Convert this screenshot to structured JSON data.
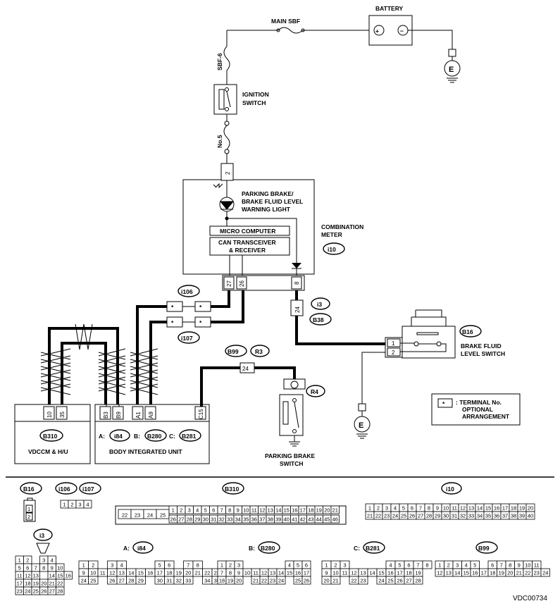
{
  "battery": {
    "label": "BATTERY",
    "plus": "+",
    "minus": "−"
  },
  "fuses": {
    "main_sbf": "MAIN SBF",
    "sbf6": "SBF-6",
    "no5": "No.5"
  },
  "ignition": {
    "line1": "IGNITION",
    "line2": "SWITCH"
  },
  "ground": "E",
  "warning_light": {
    "line1": "PARKING BRAKE/",
    "line2": "BRAKE FLUID LEVEL",
    "line3": "WARNING LIGHT"
  },
  "combination_meter": {
    "line1": "COMBINATION",
    "line2": "METER",
    "connector": "i10",
    "micro": "MICRO COMPUTER",
    "can1": "CAN TRANSCEIVER",
    "can2": "& RECEIVER",
    "pin_top": "2",
    "pins": [
      "27",
      "26",
      "8"
    ]
  },
  "connectors": {
    "i106": "i106",
    "i107": "i107",
    "i3": "i3",
    "b38": "B38",
    "b99": "B99",
    "r3": "R3",
    "r4": "R4",
    "b16": "B16",
    "b310": "B310",
    "i84": "i84",
    "b280": "B280",
    "b281": "B281"
  },
  "pins": {
    "star": "*",
    "p24a": "24",
    "p24b": "24",
    "p1": "1",
    "p2": "2"
  },
  "brake_fluid_switch": {
    "line1": "BRAKE FLUID",
    "line2": "LEVEL SWITCH"
  },
  "parking_brake_switch": {
    "line1": "PARKING BRAKE",
    "line2": "SWITCH"
  },
  "vdccm": {
    "label": "VDCCM & H/U",
    "pins": [
      "10",
      "35"
    ]
  },
  "biu": {
    "label": "BODY INTEGRATED UNIT",
    "pins": [
      "B3",
      "B9",
      "A1",
      "A9",
      "C15"
    ],
    "a": "A:",
    "b": "B:",
    "c": "C:"
  },
  "legend": {
    "star": "*",
    "line1": ": TERMINAL No.",
    "line2": "OPTIONAL",
    "line3": "ARRANGEMENT"
  },
  "bottom": {
    "b16": "B16",
    "i106": "i106",
    "i107": "i107",
    "b310": "B310",
    "i10": "i10",
    "i3": "i3",
    "a_i84": "A:",
    "i84": "i84",
    "b_b280": "B:",
    "b280": "B280",
    "c_b281": "C:",
    "b281": "B281",
    "b99": "B99",
    "i106_pins": [
      "1",
      "2",
      "3",
      "4"
    ],
    "b16_pins": [
      "1",
      "2"
    ],
    "b310_row1": [
      "22",
      "23",
      "24",
      "25",
      "1",
      "2",
      "3",
      "4",
      "5",
      "6",
      "7",
      "8",
      "9",
      "10",
      "11",
      "12",
      "13",
      "14",
      "15",
      "16",
      "17",
      "18",
      "19",
      "20",
      "21"
    ],
    "b310_row2": [
      "26",
      "27",
      "28",
      "29",
      "30",
      "31",
      "32",
      "33",
      "34",
      "35",
      "36",
      "37",
      "38",
      "39",
      "40",
      "41",
      "42",
      "43",
      "44",
      "45",
      "46"
    ],
    "i10_row1": [
      "1",
      "2",
      "3",
      "4",
      "5",
      "6",
      "7",
      "8",
      "9",
      "10",
      "11",
      "12",
      "13",
      "14",
      "15",
      "16",
      "17",
      "18",
      "19",
      "20"
    ],
    "i10_row2": [
      "21",
      "22",
      "23",
      "24",
      "25",
      "26",
      "27",
      "28",
      "29",
      "30",
      "31",
      "32",
      "33",
      "34",
      "35",
      "36",
      "37",
      "38",
      "39",
      "40"
    ],
    "i3_rows": [
      [
        "1",
        "2",
        "",
        "3",
        "4"
      ],
      [
        "5",
        "6",
        "7",
        "8",
        "9",
        "10"
      ],
      [
        "11",
        "12",
        "13",
        "",
        "14",
        "15",
        "16"
      ],
      [
        "17",
        "18",
        "19",
        "20",
        "21",
        "22"
      ],
      [
        "23",
        "24",
        "25",
        "26",
        "27",
        "28"
      ]
    ],
    "i84_rows": [
      [
        "1",
        "2",
        "",
        "3",
        "4",
        "",
        "",
        "",
        "5",
        "6",
        "",
        "7",
        "8"
      ],
      [
        "9",
        "10",
        "11",
        "12",
        "13",
        "14",
        "15",
        "16",
        "17",
        "18",
        "19",
        "20",
        "21",
        "22",
        "23"
      ],
      [
        "24",
        "25",
        "",
        "26",
        "27",
        "28",
        "29",
        "",
        "30",
        "31",
        "32",
        "33",
        "",
        "34",
        "35"
      ]
    ],
    "b280_rows": [
      [
        "1",
        "2",
        "3",
        "",
        "",
        "",
        "",
        "",
        "4",
        "5",
        "6"
      ],
      [
        "7",
        "8",
        "9",
        "10",
        "11",
        "12",
        "13",
        "14",
        "15",
        "16",
        "17"
      ],
      [
        "18",
        "19",
        "20",
        "",
        "21",
        "22",
        "23",
        "24",
        "",
        "25",
        "26"
      ]
    ],
    "b281_rows": [
      [
        "1",
        "2",
        "3",
        "",
        "",
        "",
        "",
        "4",
        "5",
        "6",
        "7",
        "8"
      ],
      [
        "9",
        "10",
        "11",
        "12",
        "13",
        "14",
        "15",
        "16",
        "17",
        "18",
        "19"
      ],
      [
        "20",
        "21",
        "",
        "22",
        "23",
        "",
        "24",
        "25",
        "26",
        "27",
        "28"
      ]
    ],
    "b99_rows": [
      [
        "1",
        "2",
        "3",
        "4",
        "5",
        "",
        "6",
        "7",
        "8",
        "9",
        "10",
        "11"
      ],
      [
        "12",
        "13",
        "14",
        "15",
        "16",
        "17",
        "18",
        "19",
        "20",
        "21",
        "22",
        "23",
        "24"
      ]
    ]
  },
  "code": "VDC00734"
}
